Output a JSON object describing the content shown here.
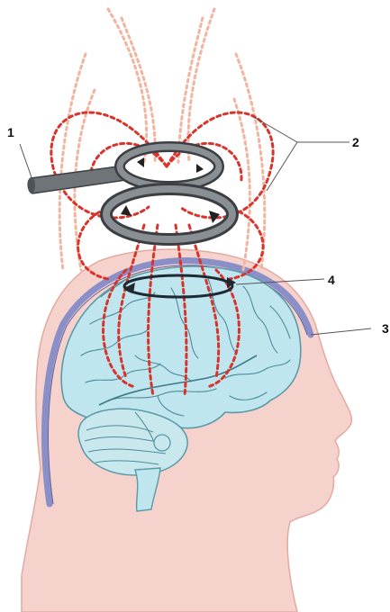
{
  "callouts": [
    {
      "id": "coil",
      "text": "1"
    },
    {
      "id": "field-lines",
      "text": "2"
    },
    {
      "id": "skull",
      "text": "3"
    },
    {
      "id": "induced-current",
      "text": "4"
    }
  ],
  "colors": {
    "skin": "#f6d2cc",
    "skin_outline": "#e3aaa2",
    "brain": "#bfe6ef",
    "brain_outline": "#5a9aa8",
    "cerebellum": "#c8e8ee",
    "skull_band": "#8b8fc8",
    "field_strong": "#d9342b",
    "field_faint": "#f2b49e",
    "coil": "#6f7479",
    "coil_dark": "#3b3f43",
    "arrow": "#1e2a33"
  },
  "icons": [
    "figure-eight-coil-icon",
    "magnetic-field-line-icon",
    "induced-current-arrow-icon"
  ]
}
